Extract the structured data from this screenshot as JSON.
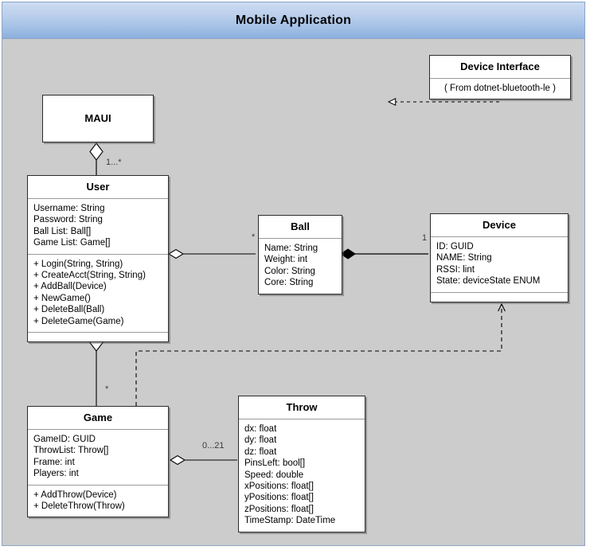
{
  "window": {
    "title": "Mobile Application"
  },
  "diagram": {
    "type": "uml-class-diagram",
    "background_color": "#cccccc",
    "title_bar_colors": {
      "top": "#ccdcf2",
      "bottom": "#8cb0dd",
      "border": "#8ba4c6"
    },
    "classes": [
      {
        "id": "maui",
        "name": "MAUI",
        "attributes": [],
        "operations": []
      },
      {
        "id": "device-interface",
        "name": "Device Interface",
        "stereotype": "( From dotnet-bluetooth-le )",
        "attributes": [],
        "operations": []
      },
      {
        "id": "user",
        "name": "User",
        "attributes": [
          "Username: String",
          "Password: String",
          "Ball List: Ball[]",
          "Game List: Game[]"
        ],
        "operations": [
          "+ Login(String, String)",
          "+ CreateAcct(String, String)",
          "+ AddBall(Device)",
          "+ NewGame()",
          "+ DeleteBall(Ball)",
          "+ DeleteGame(Game)"
        ]
      },
      {
        "id": "ball",
        "name": "Ball",
        "attributes": [
          "Name: String",
          "Weight: int",
          "Color: String",
          "Core: String"
        ],
        "operations": []
      },
      {
        "id": "device",
        "name": "Device",
        "attributes": [
          "ID: GUID",
          "NAME: String",
          "RSSI: lint",
          "State: deviceState ENUM"
        ],
        "operations": []
      },
      {
        "id": "game",
        "name": "Game",
        "attributes": [
          "GameID: GUID",
          "ThrowList: Throw[]",
          "Frame: int",
          "Players: int"
        ],
        "operations": [
          "+ AddThrow(Device)",
          "+ DeleteThrow(Throw)"
        ]
      },
      {
        "id": "throw",
        "name": "Throw",
        "attributes": [
          "dx: float",
          "dy: float",
          "dz: float",
          "PinsLeft: bool[]",
          "Speed: double",
          "xPositions: float[]",
          "yPositions: float[]",
          "zPositions: float[]",
          "TimeStamp: DateTime"
        ],
        "operations": []
      }
    ],
    "relationships": [
      {
        "id": "maui-user",
        "from": "maui",
        "to": "user",
        "kind": "aggregation",
        "diamond": "hollow",
        "label": "1...*"
      },
      {
        "id": "user-ball",
        "from": "user",
        "to": "ball",
        "kind": "aggregation",
        "diamond": "hollow",
        "label": "*"
      },
      {
        "id": "ball-device",
        "from": "ball",
        "to": "device",
        "kind": "composition",
        "diamond": "filled",
        "label": "1"
      },
      {
        "id": "user-game",
        "from": "user",
        "to": "game",
        "kind": "aggregation",
        "diamond": "hollow",
        "label": "*"
      },
      {
        "id": "game-throw",
        "from": "game",
        "to": "throw",
        "kind": "aggregation",
        "diamond": "hollow",
        "label": "0...21"
      },
      {
        "id": "iface-device",
        "from": "device-interface",
        "to": "device",
        "kind": "realization",
        "diamond": "none",
        "label": ""
      },
      {
        "id": "game-device",
        "from": "game",
        "to": "device",
        "kind": "dependency",
        "diamond": "none",
        "label": ""
      }
    ],
    "edge_labels": {
      "maui_user": "1...*",
      "user_ball": "*",
      "ball_device": "1",
      "user_game": "*",
      "game_throw": "0...21"
    }
  }
}
